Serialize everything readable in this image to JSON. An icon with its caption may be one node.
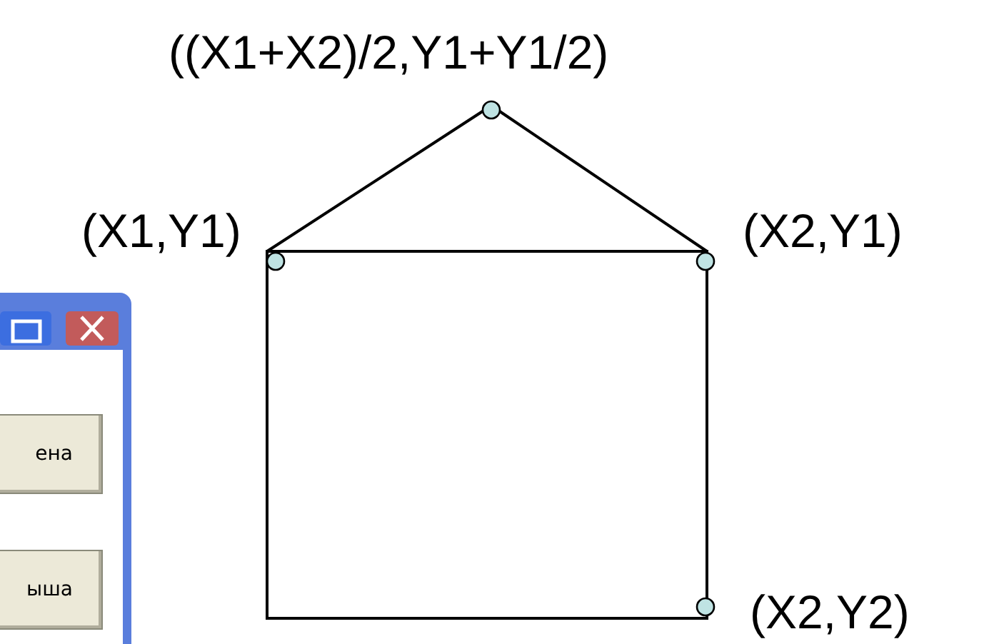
{
  "diagram": {
    "labels": [
      "((X1+X2)/2,Y1+Y1/2)",
      "(X1,Y1)",
      "(X2,Y1)",
      "(X2,Y2)",
      "ена",
      "ыша"
    ]
  }
}
